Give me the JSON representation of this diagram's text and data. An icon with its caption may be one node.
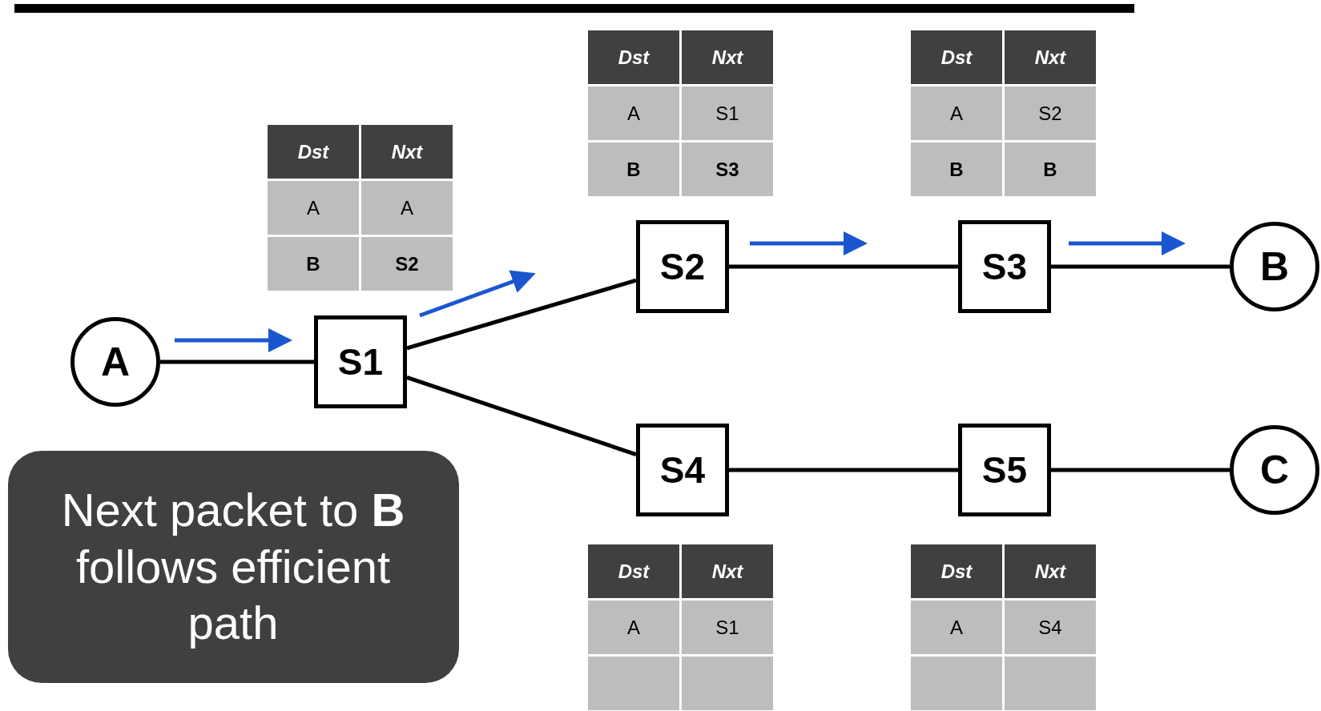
{
  "diagram": {
    "nodes": [
      {
        "text": [
          "A"
        ]
      },
      {
        "text": [
          "S1"
        ]
      },
      {
        "text": [
          "S2"
        ]
      },
      {
        "text": [
          "S3"
        ]
      },
      {
        "text": [
          "B"
        ]
      },
      {
        "text": [
          "S4"
        ]
      },
      {
        "text": [
          "S5"
        ]
      },
      {
        "text": [
          "C"
        ]
      },
      {
        "text": [
          "Next packet to **B** follows efficient path"
        ]
      }
    ],
    "edges": [
      {
        "from": 0,
        "to": 1,
        "arrow": "none"
      },
      {
        "from": 1,
        "to": 2,
        "arrow": "none"
      },
      {
        "from": 1,
        "to": 5,
        "arrow": "none"
      },
      {
        "from": 2,
        "to": 3,
        "arrow": "none"
      },
      {
        "from": 3,
        "to": 4,
        "arrow": "none"
      },
      {
        "from": 5,
        "to": 6,
        "arrow": "none"
      },
      {
        "from": 6,
        "to": 7,
        "arrow": "none"
      }
    ],
    "labels": [
      "Dst",
      "Nxt",
      "A",
      "S1",
      "B",
      "S3",
      "Dst",
      "Nxt",
      "A",
      "S2",
      "B",
      "B",
      "Dst",
      "Nxt",
      "A",
      "A",
      "B",
      "S2",
      "Dst",
      "Nxt",
      "A",
      "S1",
      "Dst",
      "Nxt",
      "A",
      "S4"
    ]
  }
}
